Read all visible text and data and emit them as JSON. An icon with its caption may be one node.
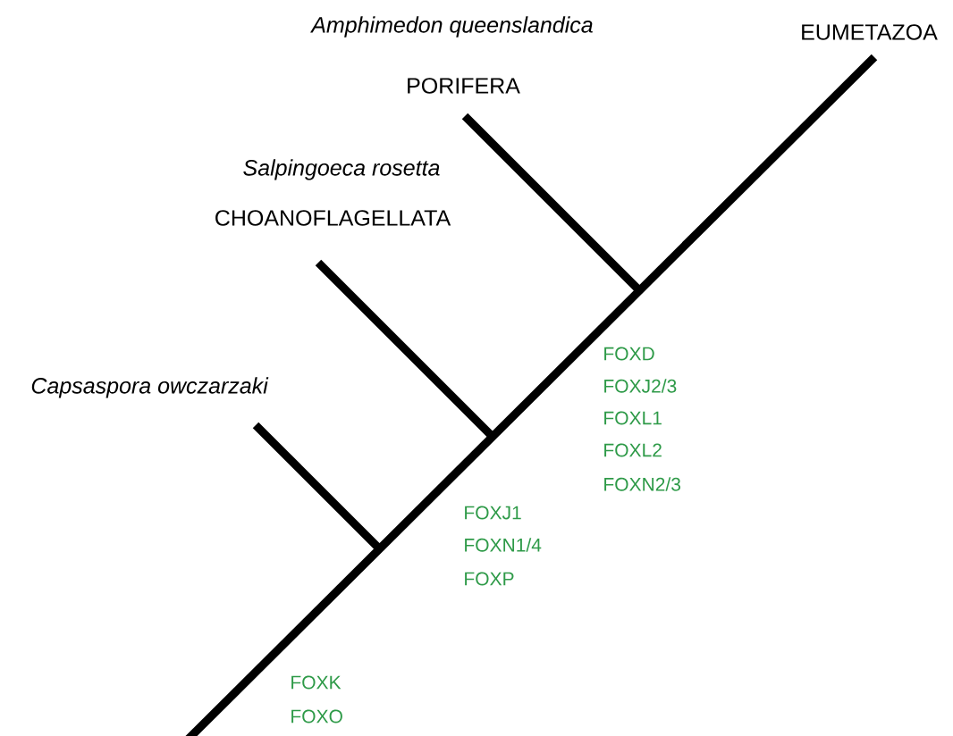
{
  "diagram": {
    "labels": [
      "Amphimedon queenslandica",
      "EUMETAZOA",
      "PORIFERA",
      "Salpingoeca rosetta",
      "CHOANOFLAGELLATA",
      "Capsaspora owczarzaki",
      "FOXD",
      "FOXJ2/3",
      "FOXL1",
      "FOXL2",
      "FOXN2/3",
      "FOXJ1",
      "FOXN1/4",
      "FOXP",
      "FOXK",
      "FOXO"
    ]
  }
}
